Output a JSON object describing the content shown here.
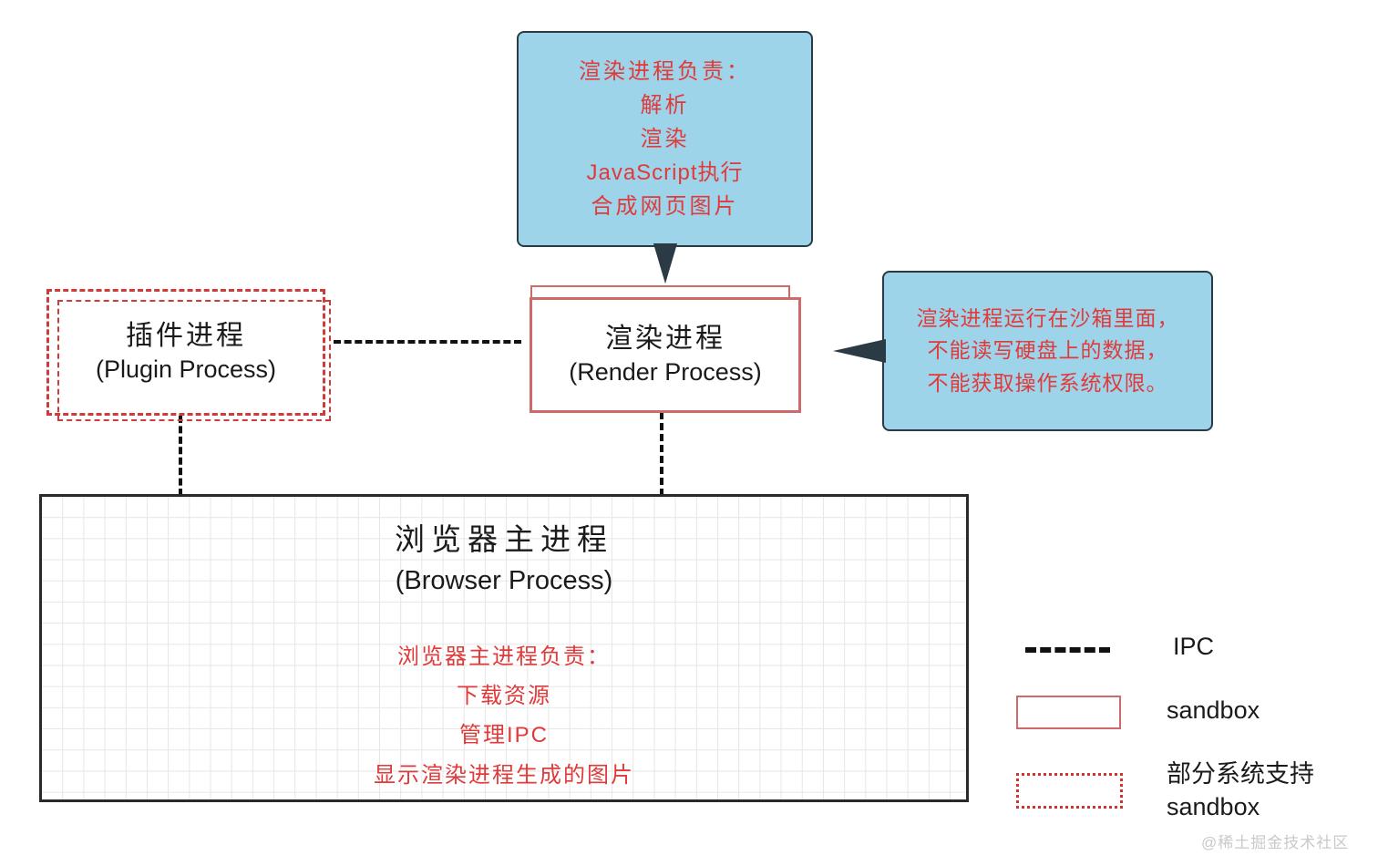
{
  "diagram": {
    "title": "Chrome multi-process architecture",
    "colors": {
      "callout_fill": "#9ed4ea",
      "callout_border": "#2b3b45",
      "red_text": "#e03a3a",
      "sandbox_border": "#cf6a6a",
      "partial_sandbox_border": "#d3332e",
      "ipc_line": "#111111",
      "browser_border": "#2a2a2a",
      "grid": "#e6e6e6",
      "watermark": "#c9c9c9"
    }
  },
  "render_callout": {
    "lines": [
      "渲染进程负责：",
      "解析",
      "渲染",
      "JavaScript执行",
      "合成网页图片"
    ]
  },
  "sandbox_callout": {
    "lines": [
      "渲染进程运行在沙箱里面，",
      "不能读写硬盘上的数据，",
      "不能获取操作系统权限。"
    ]
  },
  "plugin_process": {
    "cn": "插件进程",
    "en": "(Plugin Process)"
  },
  "render_process": {
    "cn": "渲染进程",
    "en": "(Render Process)"
  },
  "browser_process": {
    "cn": "浏览器主进程",
    "en": "(Browser Process)",
    "red_lines": [
      "浏览器主进程负责：",
      "下载资源",
      "管理IPC",
      "显示渲染进程生成的图片"
    ]
  },
  "legend": {
    "items": [
      {
        "kind": "dashed-line",
        "label": "IPC"
      },
      {
        "kind": "solid-rect",
        "label": "sandbox"
      },
      {
        "kind": "dotted-rect",
        "label_line1": "部分系统支持",
        "label_line2": "sandbox"
      }
    ]
  },
  "watermark": {
    "text": "@稀土掘金技术社区"
  }
}
